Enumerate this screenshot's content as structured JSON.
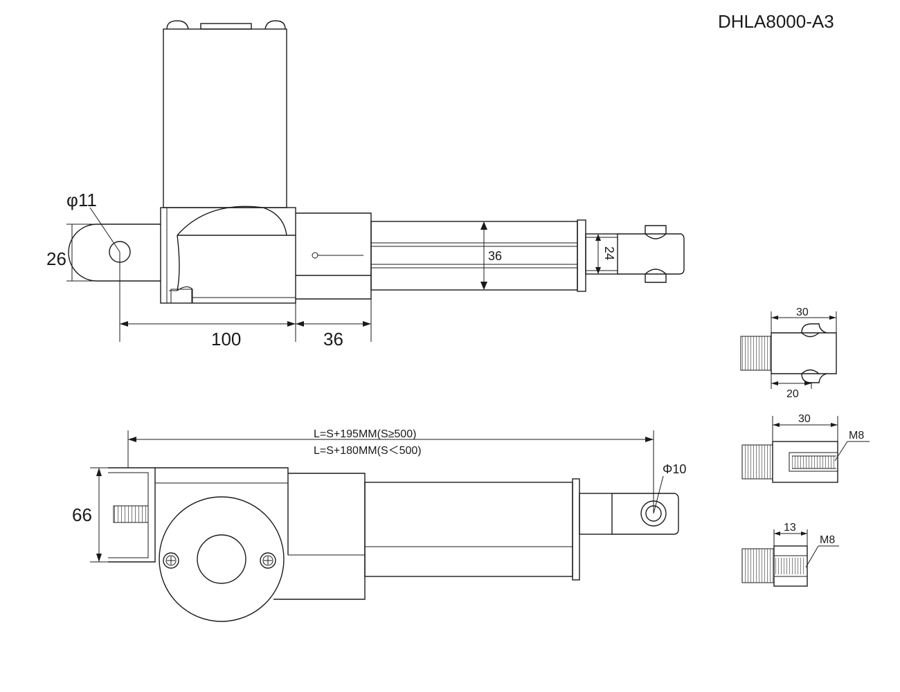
{
  "title": "DHLA8000-A3",
  "top_view": {
    "hole_diameter": "φ11",
    "height_left": "26",
    "tube_height": "36",
    "rod_height": "24",
    "length_a": "100",
    "length_b": "36"
  },
  "side_view": {
    "length_formula_1": "L=S+195MM(S≥500)",
    "length_formula_2": "L=S+180MM(S＜500)",
    "height": "66",
    "end_hole": "Φ10"
  },
  "details": {
    "clevis_length": "30",
    "clevis_offset": "20",
    "tapped_length": "30",
    "tapped_thread": "M8",
    "nut_length": "13",
    "nut_thread": "M8"
  }
}
